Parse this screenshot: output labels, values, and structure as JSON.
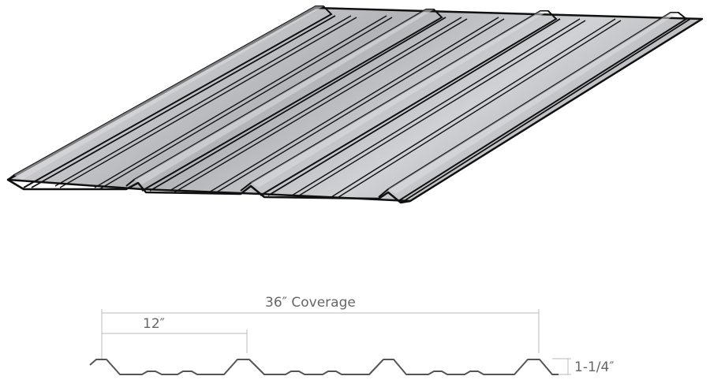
{
  "diagram": {
    "subject": "Trapezoidal ribbed metal roofing panel",
    "views": [
      "isometric-sheet",
      "cross-section-profile"
    ],
    "dimensions": {
      "coverage_label": "36″ Coverage",
      "rib_spacing_label": "12″",
      "rib_height_label": "1-1/4″"
    },
    "colors": {
      "metal_fill": "#b9babd",
      "metal_highlight": "#d4d5d8",
      "outline": "#111111",
      "dimension_lines": "#bbbbbb",
      "profile_line": "#555555",
      "text": "#666666"
    }
  }
}
